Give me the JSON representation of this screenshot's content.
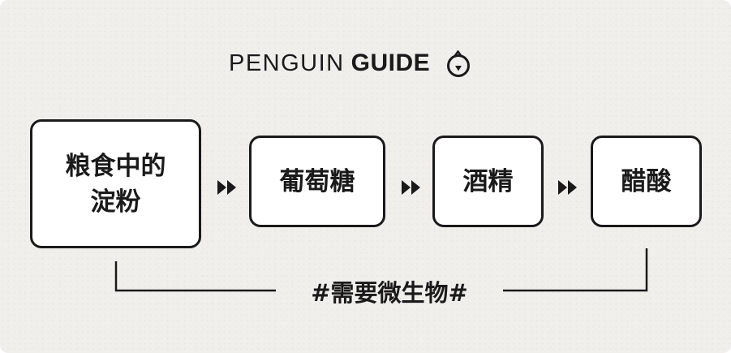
{
  "logo": {
    "text_light": "PENGUIN",
    "text_bold": "GUIDE",
    "mark_icon": "penguin-head-icon"
  },
  "flow": {
    "steps": [
      {
        "line1": "粮食中的",
        "line2": "淀粉"
      },
      {
        "label": "葡萄糖"
      },
      {
        "label": "酒精"
      },
      {
        "label": "醋酸"
      }
    ],
    "arrow_icon": "double-triangle-arrow-icon"
  },
  "bracket": {
    "label": "#需要微生物#"
  },
  "colors": {
    "background": "#f1efec",
    "box_fill": "#ffffff",
    "ink": "#1a1a1a"
  }
}
